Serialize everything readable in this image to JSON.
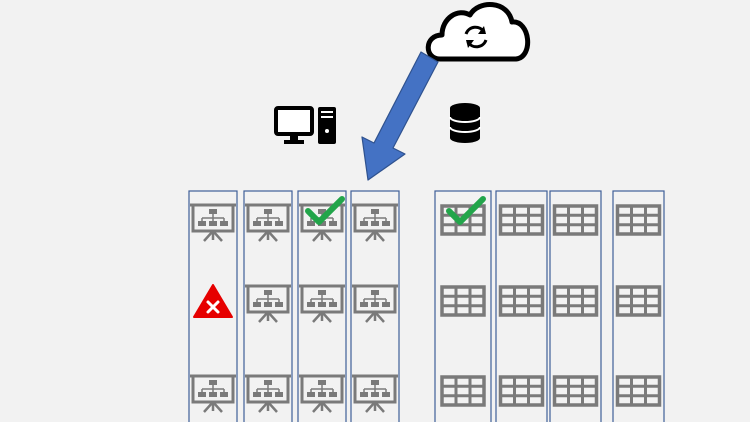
{
  "icons": {
    "cloud": "cloud-sync-icon",
    "computer": "desktop-computer-icon",
    "database": "database-icon",
    "arrow": "download-arrow",
    "presentation": "presentation-board-icon",
    "table": "table-grid-icon",
    "check": "check-mark-icon",
    "error": "error-warning-icon"
  },
  "colors": {
    "background": "#f2f2f2",
    "column_border": "#3f5f99",
    "arrow": "#4472c4",
    "icon_gray": "#7a7a7a",
    "check": "#22a54a",
    "error": "#e60000",
    "black": "#000000"
  },
  "left_group": {
    "columns": 4,
    "rows": 3,
    "icon": "presentation",
    "status": [
      {
        "column": 3,
        "row": 1,
        "type": "check"
      },
      {
        "column": 1,
        "row": 2,
        "type": "error"
      }
    ]
  },
  "right_group": {
    "columns": 4,
    "rows": 3,
    "icon": "table",
    "status": [
      {
        "column": 1,
        "row": 1,
        "type": "check"
      }
    ]
  }
}
